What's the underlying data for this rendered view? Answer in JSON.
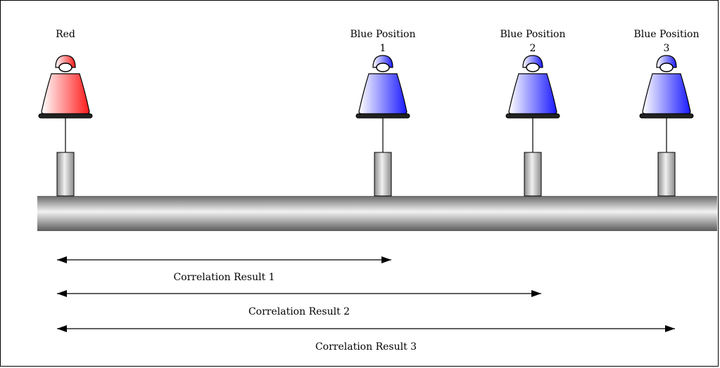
{
  "sensors": [
    {
      "id": "red",
      "label_lines": [
        "Red"
      ],
      "color": "#ff2a2a"
    },
    {
      "id": "blue-1",
      "label_lines": [
        "Blue Position",
        "1"
      ],
      "color": "#2020ff"
    },
    {
      "id": "blue-2",
      "label_lines": [
        "Blue Position",
        "2"
      ],
      "color": "#2020ff"
    },
    {
      "id": "blue-3",
      "label_lines": [
        "Blue Position",
        "3"
      ],
      "color": "#2020ff"
    }
  ],
  "correlations": [
    {
      "label": "Correlation Result 1",
      "from": "red",
      "to": "blue-1"
    },
    {
      "label": "Correlation Result 2",
      "from": "red",
      "to": "blue-2"
    },
    {
      "label": "Correlation Result 3",
      "from": "red",
      "to": "blue-3"
    }
  ]
}
